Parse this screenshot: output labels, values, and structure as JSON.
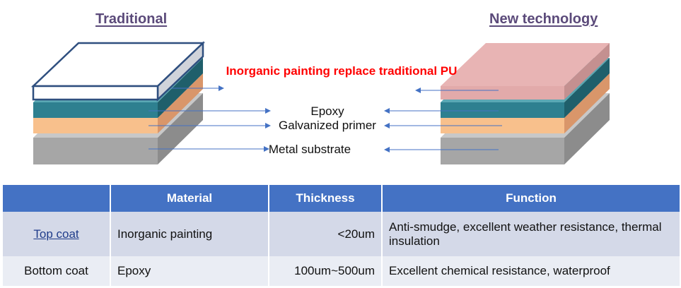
{
  "headings": {
    "left": "Traditional",
    "right": "New technology"
  },
  "annotations": {
    "replacement": "Inorganic painting replace traditional PU",
    "layers": [
      "Epoxy",
      "Galvanized primer",
      "Metal substrate"
    ]
  },
  "layer_colors": {
    "top_coat_traditional": "#ffffff",
    "top_coat_new": "#e8b4b4",
    "epoxy": "#2e8090",
    "primer": "#f8c08c",
    "metal": "#a6a6a6"
  },
  "table": {
    "headers": [
      "",
      "Material",
      "Thickness",
      "Function"
    ],
    "rows": [
      [
        "Top coat",
        "Inorganic painting",
        "<20um",
        "Anti-smudge, excellent weather resistance, thermal insulation"
      ],
      [
        "Bottom coat",
        "Epoxy",
        "100um~500um",
        "Excellent chemical resistance, waterproof"
      ]
    ]
  }
}
